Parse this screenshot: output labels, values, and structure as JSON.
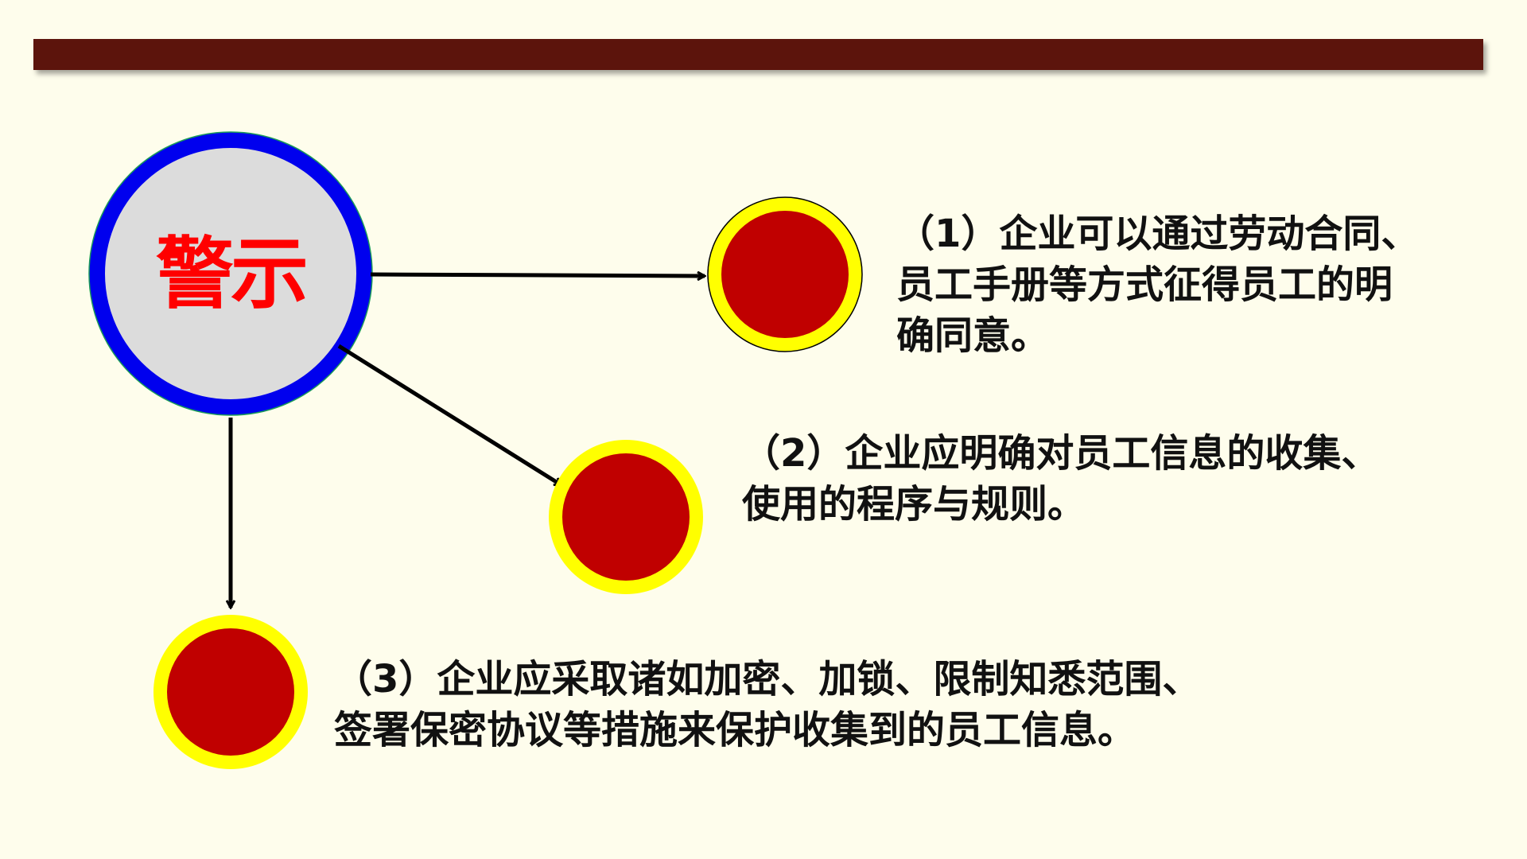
{
  "hub": {
    "label": "警示"
  },
  "items": [
    {
      "lines": [
        "（1）企业可以通过劳动合同、",
        "员工手册等方式征得员工的明",
        "确同意。"
      ]
    },
    {
      "lines": [
        "（2）企业应明确对员工信息的收集、",
        "使用的程序与规则。"
      ]
    },
    {
      "lines": [
        "（3）企业应采取诸如加密、加锁、限制知悉范围、",
        "签署保密协议等措施来保护收集到的员工信息。"
      ]
    }
  ],
  "colors": {
    "bar": "#5c140c",
    "hub_ring": "#0000ee",
    "hub_fill": "#dcdcdc",
    "hub_text": "#ff0000",
    "node_ring": "#ffff00",
    "node_fill": "#c00000"
  }
}
